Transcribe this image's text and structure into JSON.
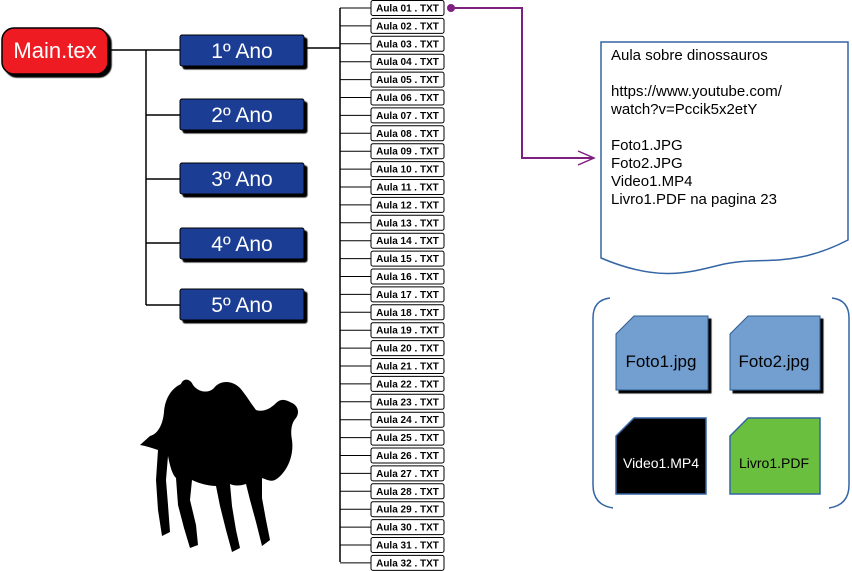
{
  "root": {
    "label": "Main.tex"
  },
  "years": [
    {
      "label": "1º Ano"
    },
    {
      "label": "2º Ano"
    },
    {
      "label": "3º Ano"
    },
    {
      "label": "4º Ano"
    },
    {
      "label": "5º Ano"
    }
  ],
  "lessons": [
    "Aula 01 . TXT",
    "Aula 02 . TXT",
    "Aula 03 . TXT",
    "Aula 04 . TXT",
    "Aula 05 . TXT",
    "Aula 06 . TXT",
    "Aula 07 . TXT",
    "Aula 08 . TXT",
    "Aula 09 . TXT",
    "Aula 10 . TXT",
    "Aula 11 . TXT",
    "Aula 12 . TXT",
    "Aula 13 . TXT",
    "Aula 14 . TXT",
    "Aula 15 . TXT",
    "Aula 16 . TXT",
    "Aula 17 . TXT",
    "Aula 18 . TXT",
    "Aula 19 . TXT",
    "Aula 20 . TXT",
    "Aula 21 . TXT",
    "Aula 22 . TXT",
    "Aula 23 . TXT",
    "Aula 24 . TXT",
    "Aula 25 . TXT",
    "Aula 26 . TXT",
    "Aula 27 . TXT",
    "Aula 28 . TXT",
    "Aula 29 . TXT",
    "Aula 30 . TXT",
    "Aula 31 . TXT",
    "Aula 32 . TXT"
  ],
  "document": {
    "lines": [
      "Aula sobre dinossauros",
      "",
      "https://www.youtube.com/",
      "watch?v=Pccik5x2etY",
      "",
      "Foto1.JPG",
      "Foto2.JPG",
      "Video1.MP4",
      "Livro1.PDF na pagina 23"
    ]
  },
  "files": {
    "foto1": {
      "label": "Foto1.jpg",
      "color": "#729fcf"
    },
    "foto2": {
      "label": "Foto2.jpg",
      "color": "#729fcf"
    },
    "video1": {
      "label": "Video1.MP4",
      "color": "#000000"
    },
    "livro1": {
      "label": "Livro1.PDF",
      "color": "#6abf3f"
    }
  },
  "colors": {
    "root_fill": "#ee1c24",
    "year_fill": "#1f3d94",
    "connector_purple": "#7f1f7f",
    "doc_border": "#3465a4"
  },
  "icons": {
    "mascot": "camel-icon"
  }
}
